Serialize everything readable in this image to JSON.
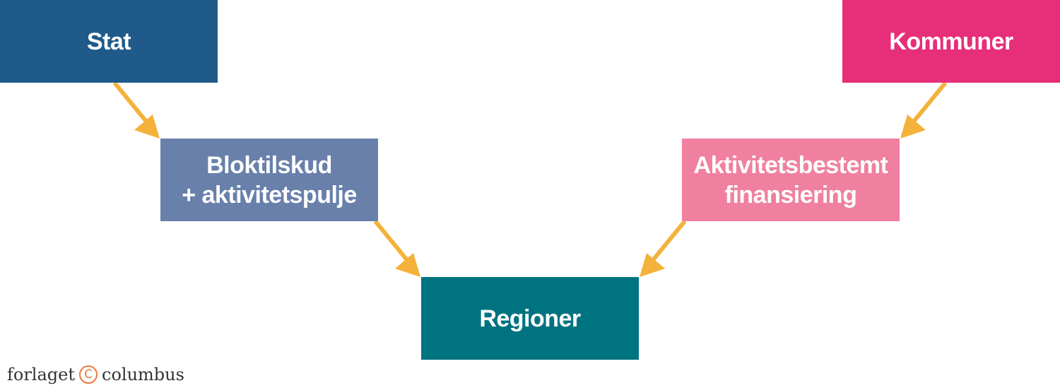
{
  "colors": {
    "stat": "#1f5a8a",
    "kommuner": "#e62e79",
    "bloktilskud": "#6880aa",
    "aktivitetsbestemt": "#f080a0",
    "regioner": "#007380",
    "arrow": "#f4b23a"
  },
  "nodes": {
    "stat": {
      "lines": [
        "Stat"
      ]
    },
    "kommuner": {
      "lines": [
        "Kommuner"
      ]
    },
    "bloktilskud": {
      "lines": [
        "Bloktilskud",
        "+ aktivitetspulje"
      ]
    },
    "aktivitetsbestemt": {
      "lines": [
        "Aktivitetsbestemt",
        "finansiering"
      ]
    },
    "regioner": {
      "lines": [
        "Regioner"
      ]
    }
  },
  "edges": [
    {
      "from": "stat",
      "to": "bloktilskud"
    },
    {
      "from": "bloktilskud",
      "to": "regioner"
    },
    {
      "from": "kommuner",
      "to": "aktivitetsbestemt"
    },
    {
      "from": "aktivitetsbestemt",
      "to": "regioner"
    }
  ],
  "publisher": {
    "left": "forlaget",
    "symbol": "C",
    "right": "columbus"
  }
}
